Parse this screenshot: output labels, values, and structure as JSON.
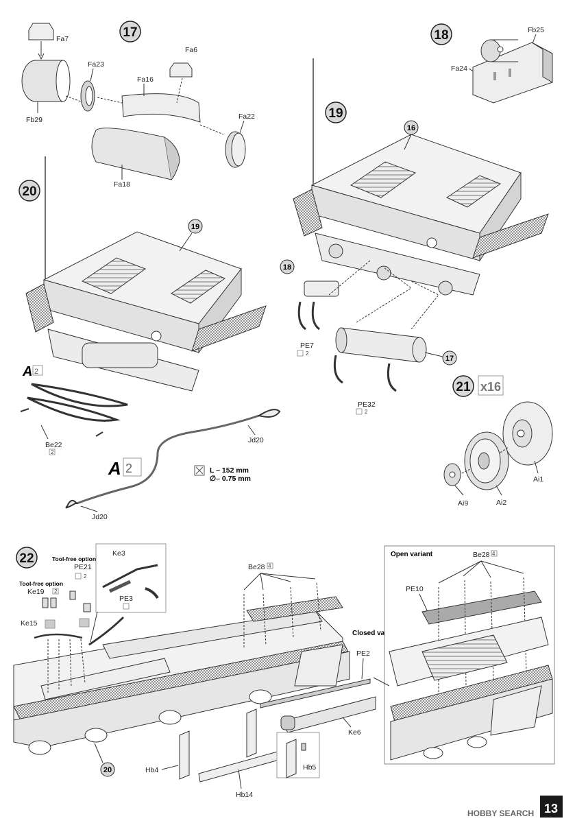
{
  "page": {
    "number": "13",
    "watermark": "HOBBY SEARCH"
  },
  "steps": [
    {
      "id": "17",
      "parts": [
        "Fa7",
        "Fa23",
        "Fa16",
        "Fa6",
        "Fa22",
        "Fb29",
        "Fa18"
      ]
    },
    {
      "id": "18",
      "parts": [
        "Fb25",
        "Fa24"
      ]
    },
    {
      "id": "19",
      "refs": [
        "16",
        "18",
        "17"
      ],
      "parts": [
        "PE7",
        "PE32"
      ],
      "qty": [
        "2",
        "2"
      ]
    },
    {
      "id": "20",
      "refs": [
        "19"
      ],
      "assembly_letter": "A",
      "assembly_qty": "2",
      "parts": [
        "Be22",
        "Jd20",
        "Jd20"
      ],
      "be22_qty": "2"
    },
    {
      "id": "21",
      "qty": "x16",
      "parts": [
        "Ai1",
        "Ai9",
        "Ai2"
      ]
    },
    {
      "id": "22",
      "refs": [
        "20"
      ],
      "parts": [
        "Ke3",
        "PE21",
        "PE3",
        "Ke19",
        "Ke15",
        "Be28",
        "PE2",
        "Ke6",
        "Hb4",
        "Hb14",
        "Hb5"
      ],
      "qty": {
        "Ke19": "2",
        "Be28": "4"
      }
    }
  ],
  "callouts": {
    "a_detail": {
      "letter": "A",
      "qty": "2",
      "length": "L – 152 mm",
      "diameter": "∅– 0.75 mm"
    },
    "tool_free_1": "Tool-free option",
    "tool_free_2": "Tool-free option",
    "closed_variant": "Closed variant",
    "open_variant": "Open variant",
    "open_be28": "Be28",
    "open_be28_qty": "4",
    "open_pe10": "PE10"
  },
  "colors": {
    "line": "#333333",
    "shade": "#cfcfcf",
    "mesh": "#555555",
    "box": "#999999"
  }
}
